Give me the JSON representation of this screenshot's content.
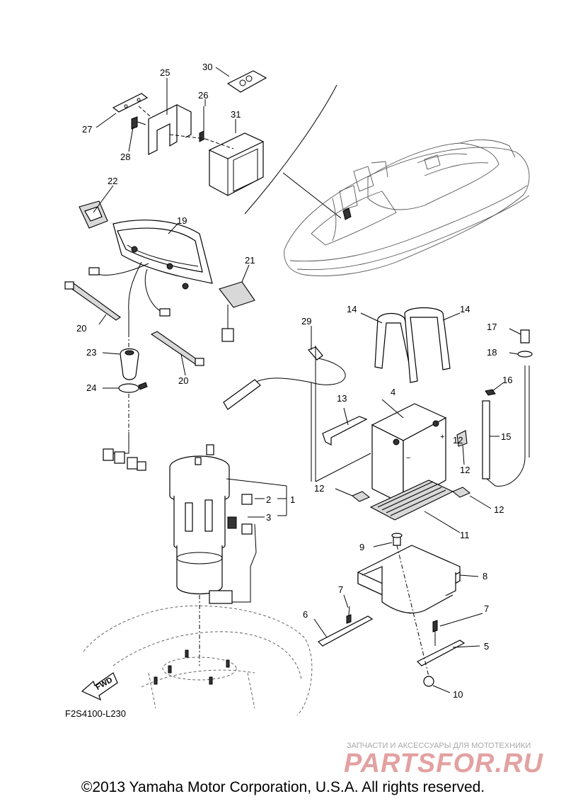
{
  "diagram_code": "F2S4100-L230",
  "fwd_label": "FWD",
  "callouts": [
    "1",
    "2",
    "3",
    "4",
    "5",
    "6",
    "7",
    "7",
    "8",
    "9",
    "10",
    "11",
    "12",
    "12",
    "12",
    "12",
    "13",
    "14",
    "14",
    "15",
    "16",
    "17",
    "18",
    "19",
    "20",
    "20",
    "21",
    "22",
    "23",
    "24",
    "25",
    "26",
    "27",
    "28",
    "29",
    "30",
    "31"
  ],
  "watermark": {
    "tagline": "ЗАПЧАСТИ И АКСЕССУАРЫ ДЛЯ МОТОТЕХНИКИ",
    "logo": "PARTSFOR.RU",
    "color": "#e3a1a1"
  },
  "copyright": "©2013 Yamaha Motor Corporation, U.S.A. All rights reserved."
}
